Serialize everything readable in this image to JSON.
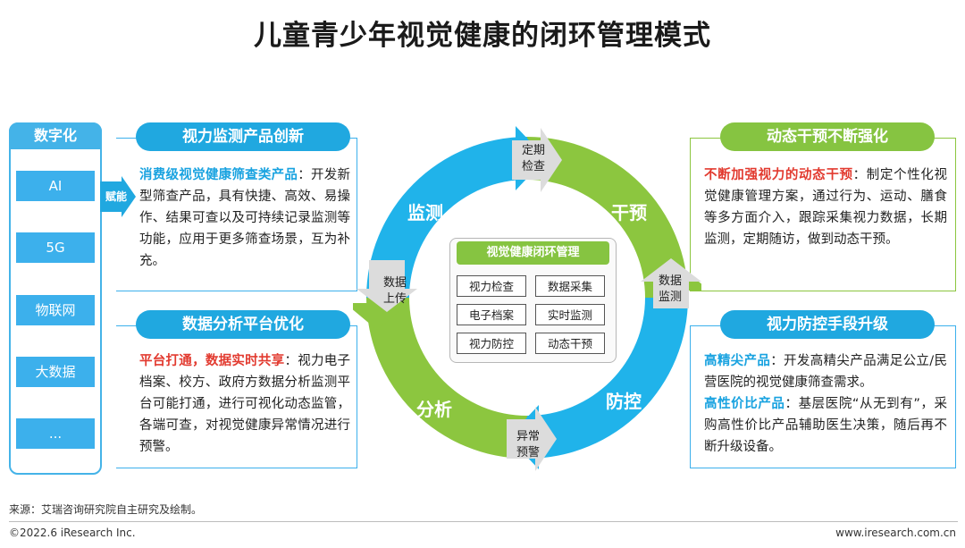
{
  "title": "儿童青少年视觉健康的闭环管理模式",
  "tech": {
    "header": "数字化",
    "items": [
      "AI",
      "5G",
      "物联网",
      "大数据",
      "..."
    ],
    "empower": "赋能"
  },
  "sections": {
    "product": {
      "title": "视力监测产品创新",
      "highlight": "消费级视觉健康筛查类产品",
      "text": "：开发新型筛查产品，具有快捷、高效、易操作、结果可查以及可持续记录监测等功能，应用于更多筛查场景，互为补充。"
    },
    "data": {
      "title": "数据分析平台优化",
      "highlight": "平台打通，数据实时共享",
      "text": "：视力电子档案、校方、政府方数据分析监测平台可能打通，进行可视化动态监管，各端可查，对视觉健康异常情况进行预警。"
    },
    "intervene": {
      "title": "动态干预不断强化",
      "highlight": "不断加强视力的动态干预",
      "text": "：制定个性化视觉健康管理方案，通过行为、运动、膳食等多方面介入，跟踪采集视力数据，长期监测，定期随访，做到动态干预。"
    },
    "prevent": {
      "title": "视力防控手段升级",
      "highlight1": "高精尖产品",
      "text1": "：开发高精尖产品满足公立/民营医院的视觉健康筛查需求。",
      "highlight2": "高性价比产品",
      "text2": "：基层医院“从无到有”，采购高性价比产品辅助医生决策，随后再不断升级设备。"
    }
  },
  "cycle": {
    "labels": {
      "monitor": "监测",
      "intervene": "干预",
      "prevent": "防控",
      "analyze": "分析"
    },
    "arrows": {
      "periodic_check": [
        "定期",
        "检查"
      ],
      "data_monitor": [
        "数据",
        "监测"
      ],
      "abnormal_alert": [
        "异常",
        "预警"
      ],
      "data_upload": [
        "数据",
        "上传"
      ]
    },
    "center": {
      "title": "视觉健康闭环管理",
      "items": [
        "视力检查",
        "数据采集",
        "电子档案",
        "实时监测",
        "视力防控",
        "动态干预"
      ]
    }
  },
  "footer": {
    "source": "来源：艾瑞咨询研究院自主研究及绘制。",
    "copyright": "©2022.6 iResearch Inc.",
    "website": "www.iresearch.com.cn"
  },
  "colors": {
    "blue": "#20a8e0",
    "green": "#86c441",
    "red": "#e23a2f",
    "grey_arrow": "#d9d9d9"
  }
}
